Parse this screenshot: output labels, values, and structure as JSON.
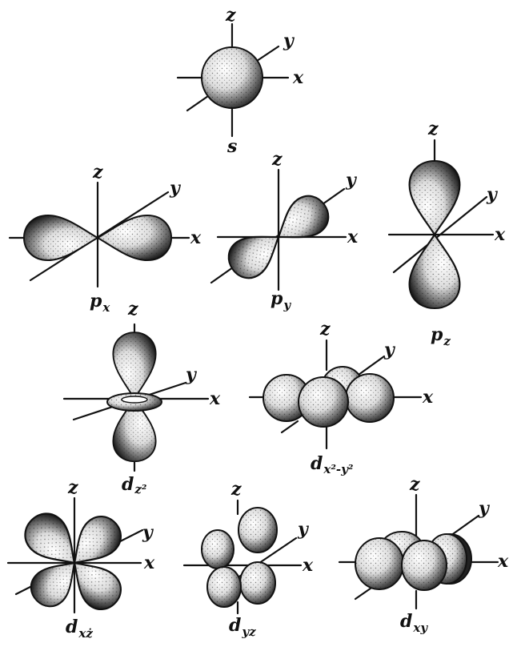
{
  "axis_labels": {
    "x": "x",
    "y": "y",
    "z": "z"
  },
  "orbitals": {
    "s": {
      "name": "s",
      "sub": ""
    },
    "px": {
      "name": "p",
      "sub": "x"
    },
    "py": {
      "name": "p",
      "sub": "y"
    },
    "pz": {
      "name": "p",
      "sub": "z"
    },
    "dz2": {
      "name": "d",
      "sub": "z²"
    },
    "dx2y2": {
      "name": "d",
      "sub": "x²-y²"
    },
    "dxz": {
      "name": "d",
      "sub": "xż"
    },
    "dyz": {
      "name": "d",
      "sub": "yz"
    },
    "dxy": {
      "name": "d",
      "sub": "xy"
    }
  },
  "colors": {
    "ink": "#111111",
    "lobe_light": "#ffffff",
    "lobe_dark": "#1a1a1a"
  }
}
